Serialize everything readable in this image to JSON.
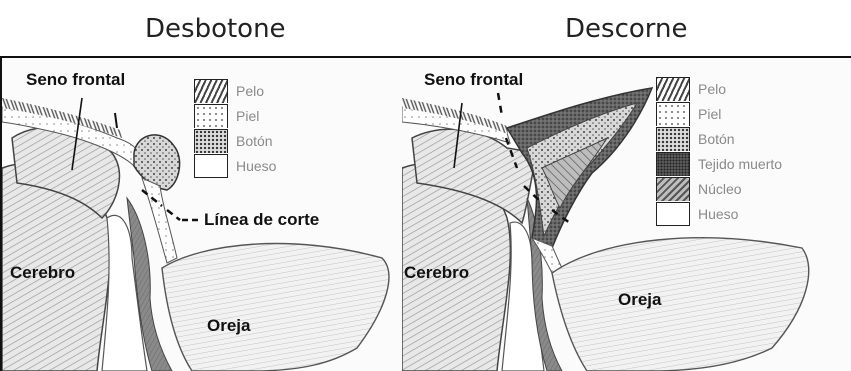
{
  "titles": {
    "left": "Desbotone",
    "right": "Descorne"
  },
  "left_panel": {
    "seno_frontal": "Seno frontal",
    "cerebro": "Cerebro",
    "oreja": "Oreja",
    "linea_de_corte": "Línea de corte",
    "legend": [
      "Pelo",
      "Piel",
      "Botón",
      "Hueso"
    ]
  },
  "right_panel": {
    "seno_frontal": "Seno frontal",
    "cerebro": "Cerebro",
    "oreja": "Oreja",
    "legend": [
      "Pelo",
      "Piel",
      "Botón",
      "Tejido muerto",
      "Núcleo",
      "Hueso"
    ]
  }
}
